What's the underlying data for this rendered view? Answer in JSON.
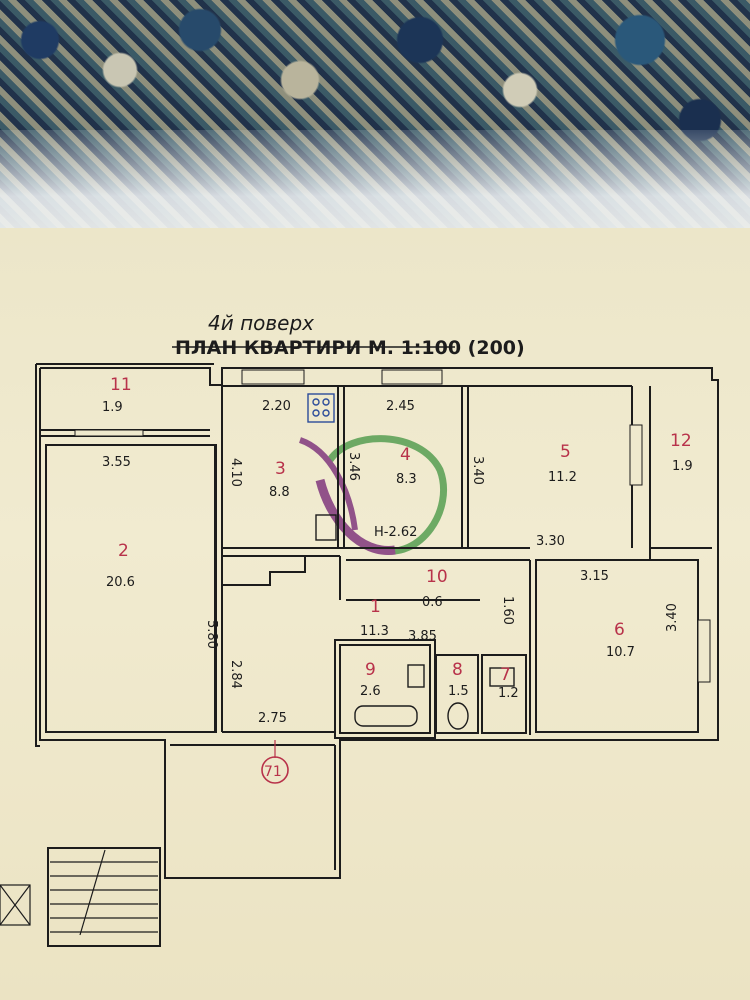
{
  "header": {
    "handwritten_floor": "4й поверх",
    "title": "ПЛАН КВАРТИРИ М. 1:100 (200)"
  },
  "rooms": [
    {
      "num": "11",
      "area": "1.9"
    },
    {
      "num": "2",
      "area": "20.6"
    },
    {
      "num": "3",
      "area": "8.8"
    },
    {
      "num": "4",
      "area": "8.3"
    },
    {
      "num": "5",
      "area": "11.2"
    },
    {
      "num": "12",
      "area": "1.9"
    },
    {
      "num": "10",
      "area": "0.6"
    },
    {
      "num": "1",
      "area": "11.3"
    },
    {
      "num": "6",
      "area": "10.7"
    },
    {
      "num": "9",
      "area": "2.6"
    },
    {
      "num": "8",
      "area": "1.5"
    },
    {
      "num": "7",
      "area": "1.2"
    }
  ],
  "dimensions": {
    "d_355": "3.55",
    "d_580": "5.80",
    "d_220": "2.20",
    "d_245": "2.45",
    "d_410": "4.10",
    "d_346": "3.46",
    "d_h262": "H-2.62",
    "d_340_a": "3.40",
    "d_330": "3.30",
    "d_315": "3.15",
    "d_340_b": "3.40",
    "d_160": "1.60",
    "d_385": "3.85",
    "d_284": "2.84",
    "d_275": "2.75"
  },
  "apartment_number": "71",
  "colors": {
    "ink": "#1c1c1c",
    "red_pen": "#b8324a",
    "watermark_purple": "#7a2d78",
    "watermark_green": "#4d9a4a",
    "paper": "#efe9cd"
  }
}
